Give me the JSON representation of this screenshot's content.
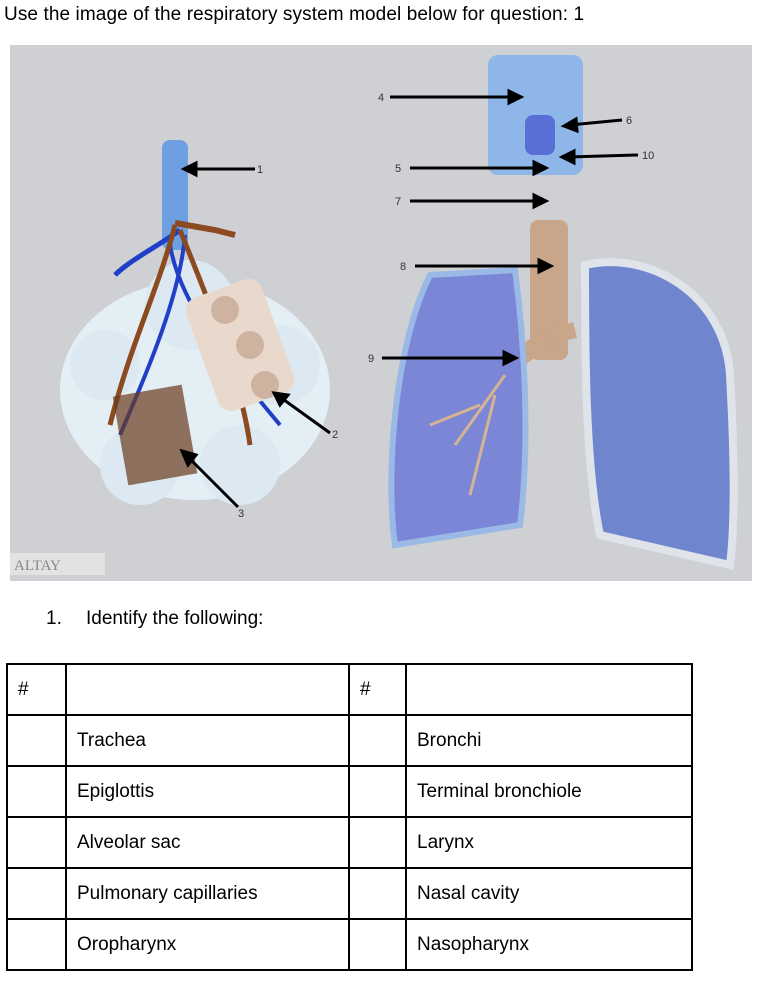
{
  "heading": "Use the image of the respiratory system model below for question: 1",
  "photo": {
    "background": "#cfd0d4",
    "callouts": [
      "1",
      "2",
      "3",
      "4",
      "5",
      "6",
      "7",
      "8",
      "9",
      "10"
    ],
    "watermark": "ALTAY"
  },
  "question": {
    "number": "1.",
    "text": "Identify the following:"
  },
  "table": {
    "headers": [
      "#",
      "",
      "#",
      ""
    ],
    "rows": [
      [
        "",
        "Trachea",
        "",
        "Bronchi"
      ],
      [
        "",
        "Epiglottis",
        "",
        "Terminal bronchiole"
      ],
      [
        "",
        "Alveolar sac",
        "",
        "Larynx"
      ],
      [
        "",
        "Pulmonary capillaries",
        "",
        "Nasal cavity"
      ],
      [
        "",
        "Oropharynx",
        "",
        "Nasopharynx"
      ]
    ]
  }
}
